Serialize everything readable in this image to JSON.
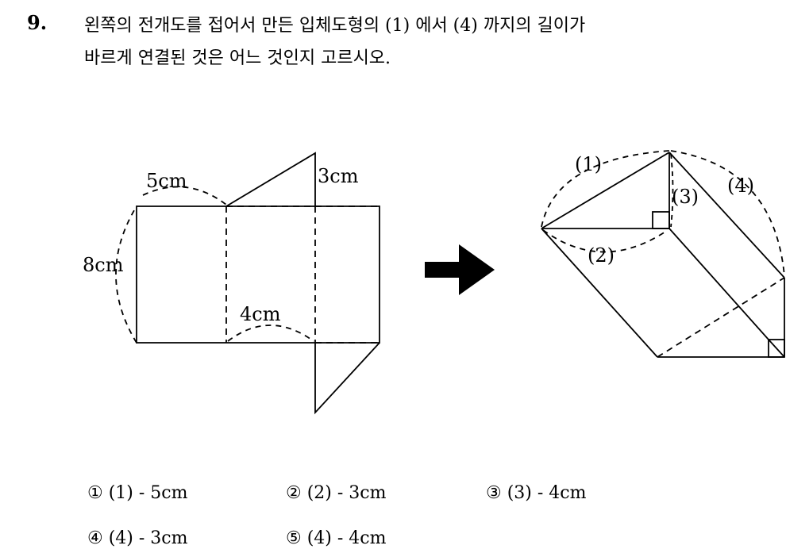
{
  "question": {
    "number": "9.",
    "line1": "왼쪽의 전개도를 접어서 만든 입체도형의 (1) 에서 (4) 까지의 길이가",
    "line2": "바르게 연결된 것은 어느 것인지 고르시오."
  },
  "net_labels": {
    "top": "5cm",
    "side": "8cm",
    "height": "3cm",
    "bottom": "4cm"
  },
  "solid_labels": {
    "l1": "(1)",
    "l2": "(2)",
    "l3": "(3)",
    "l4": "(4)"
  },
  "choices": [
    "① (1) - 5cm",
    "② (2) - 3cm",
    "③ (3) - 4cm",
    "④ (4) - 3cm",
    "⑤ (4) - 4cm"
  ]
}
